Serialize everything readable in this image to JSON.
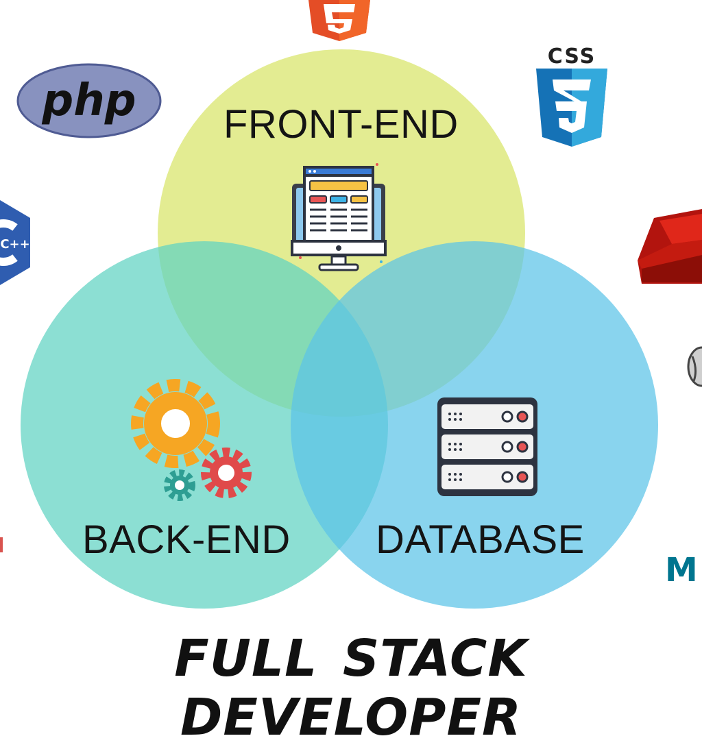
{
  "diagram": {
    "title": "FULL STACK DEVELOPER",
    "circles": [
      {
        "id": "front-end",
        "label": "FRONT-END",
        "color": "#DDE87A"
      },
      {
        "id": "back-end",
        "label": "BACK-END",
        "color": "#6FD9C7"
      },
      {
        "id": "database",
        "label": "DATABASE",
        "color": "#6CCBEA"
      }
    ],
    "icons": [
      "monitor-webpage-icon",
      "gears-icon",
      "server-rack-icon"
    ]
  },
  "logos": {
    "php": "php",
    "css": "CSS",
    "css_number": "3",
    "html_number": "5",
    "cpp": "C++",
    "partial_m": "M"
  },
  "colors": {
    "php": "#8892BF",
    "css": "#1572B6",
    "html": "#E44D26",
    "ruby": "#B2140E",
    "cpp": "#2F5DB0",
    "mysql": "#00758F"
  }
}
